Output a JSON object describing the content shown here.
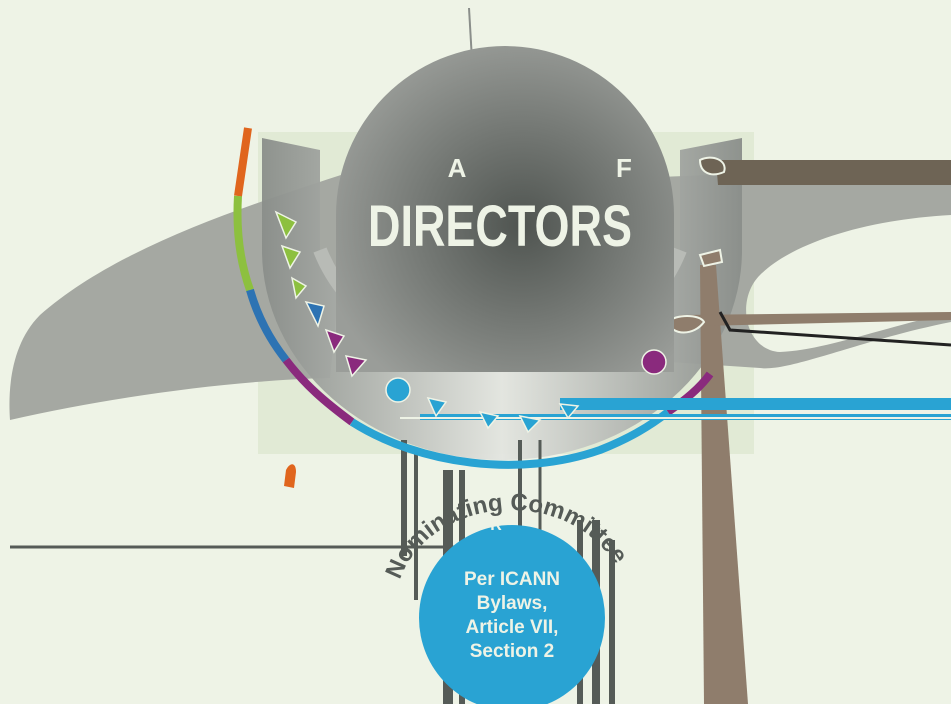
{
  "board": {
    "letter_left": "A",
    "letter_right": "F",
    "title": "DIRECTORS"
  },
  "nomcom": {
    "arc_text": "Nominating Committee",
    "letter": "R",
    "lines": [
      "Per ICANN",
      "Bylaws,",
      "Article VII,",
      "Section 2"
    ]
  },
  "colors": {
    "background": "#eef3e6",
    "dome": "#707570",
    "shade": "#9fa39c",
    "orange": "#e0651d",
    "green": "#8dc03f",
    "blue_dark": "#2d73b3",
    "purple": "#8a2a7d",
    "cyan": "#29a3d3",
    "brown": "#8f7d6c",
    "brown_dark": "#6e6455",
    "line_dark": "#555b57",
    "text_light": "#eef3e6"
  }
}
